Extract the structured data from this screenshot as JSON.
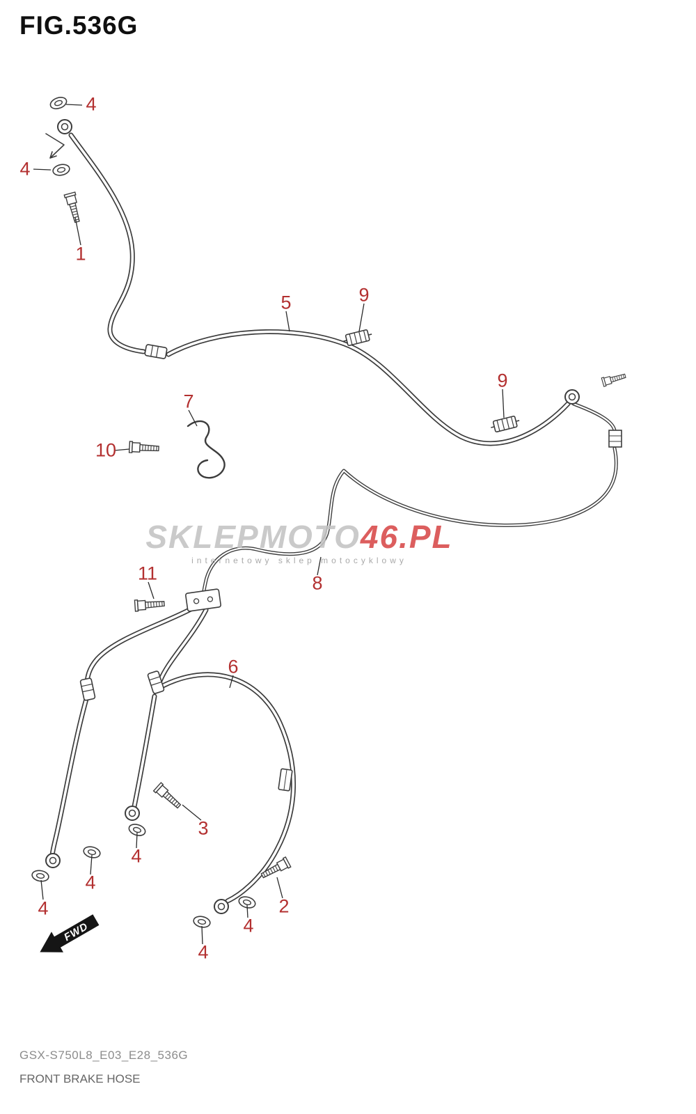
{
  "header": {
    "title": "FIG.536G"
  },
  "callouts": [
    {
      "num": "4"
    },
    {
      "num": "4"
    },
    {
      "num": "1"
    },
    {
      "num": "5"
    },
    {
      "num": "9"
    },
    {
      "num": "9"
    },
    {
      "num": "7"
    },
    {
      "num": "10"
    },
    {
      "num": "8"
    },
    {
      "num": "11"
    },
    {
      "num": "6"
    },
    {
      "num": "3"
    },
    {
      "num": "4"
    },
    {
      "num": "4"
    },
    {
      "num": "4"
    },
    {
      "num": "2"
    },
    {
      "num": "4"
    },
    {
      "num": "4"
    }
  ],
  "watermark": {
    "gray": "SKLEPMOTO",
    "red": "46",
    "suffix": ".PL",
    "subtitle": "internetowy sklep motocyklowy"
  },
  "fwd": {
    "label": "FWD"
  },
  "footer": {
    "code": "GSX-S750L8_E03_E28_536G",
    "title": "FRONT BRAKE HOSE"
  },
  "colors": {
    "callout_red": "#b33030",
    "line_art": "#3c3c3c",
    "watermark_red": "#d84848",
    "watermark_gray": "#c3c3c3"
  }
}
